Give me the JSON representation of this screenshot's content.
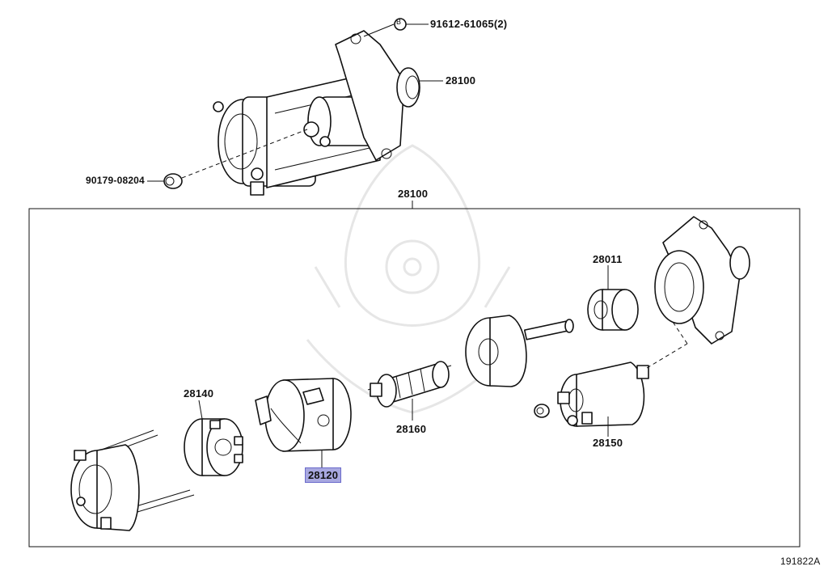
{
  "diagram": {
    "parts": {
      "bolt_ref": "91612-61065(2)",
      "bolt_symbol": "B",
      "starter_top": "28100",
      "nut": "90179-08204",
      "assembly_bracket": "28100",
      "clutch": "28011",
      "brush_holder": "28140",
      "yoke": "28120",
      "armature": "28160",
      "solenoid": "28150"
    },
    "highlighted_part": "28120",
    "highlight_color": "#a8a8e0",
    "illustration_code": "191822A"
  }
}
